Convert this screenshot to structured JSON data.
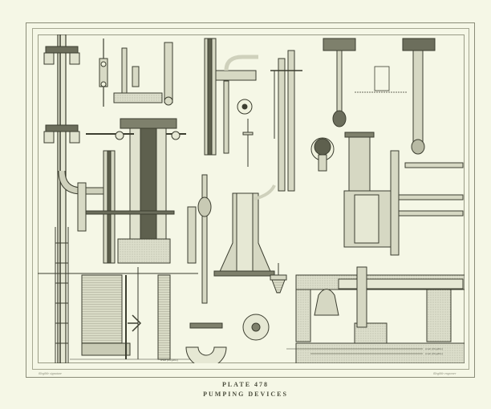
{
  "plate": {
    "number": "PLATE 478",
    "title": "PUMPING DEVICES",
    "credit_left": "illegible signature",
    "credit_right": "illegible engraver",
    "scale_labels": [
      "scale (illegible)",
      "scale (illegible)",
      "scale (illegible)"
    ]
  },
  "colors": {
    "paper": "#f5f7e6",
    "ink": "#3c3e30",
    "frame": "#8a8c78",
    "hatch": "#b8baa4"
  },
  "figures": [
    "vertical suction pipe with flanged collars",
    "valve rod assembly",
    "hand pump with lever",
    "lift pump with crank",
    "branching pipe with valve chest",
    "perforated valve disc",
    "vertical double pipe",
    "hanging pump barrel",
    "valve box detail",
    "long rising main",
    "air vessel engine (right)",
    "pump cylinder with standpipe (center)",
    "cone pump body",
    "strainer head",
    "valve plate plan",
    "sector valve plan",
    "ladder and shaft with tank (left)"
  ]
}
